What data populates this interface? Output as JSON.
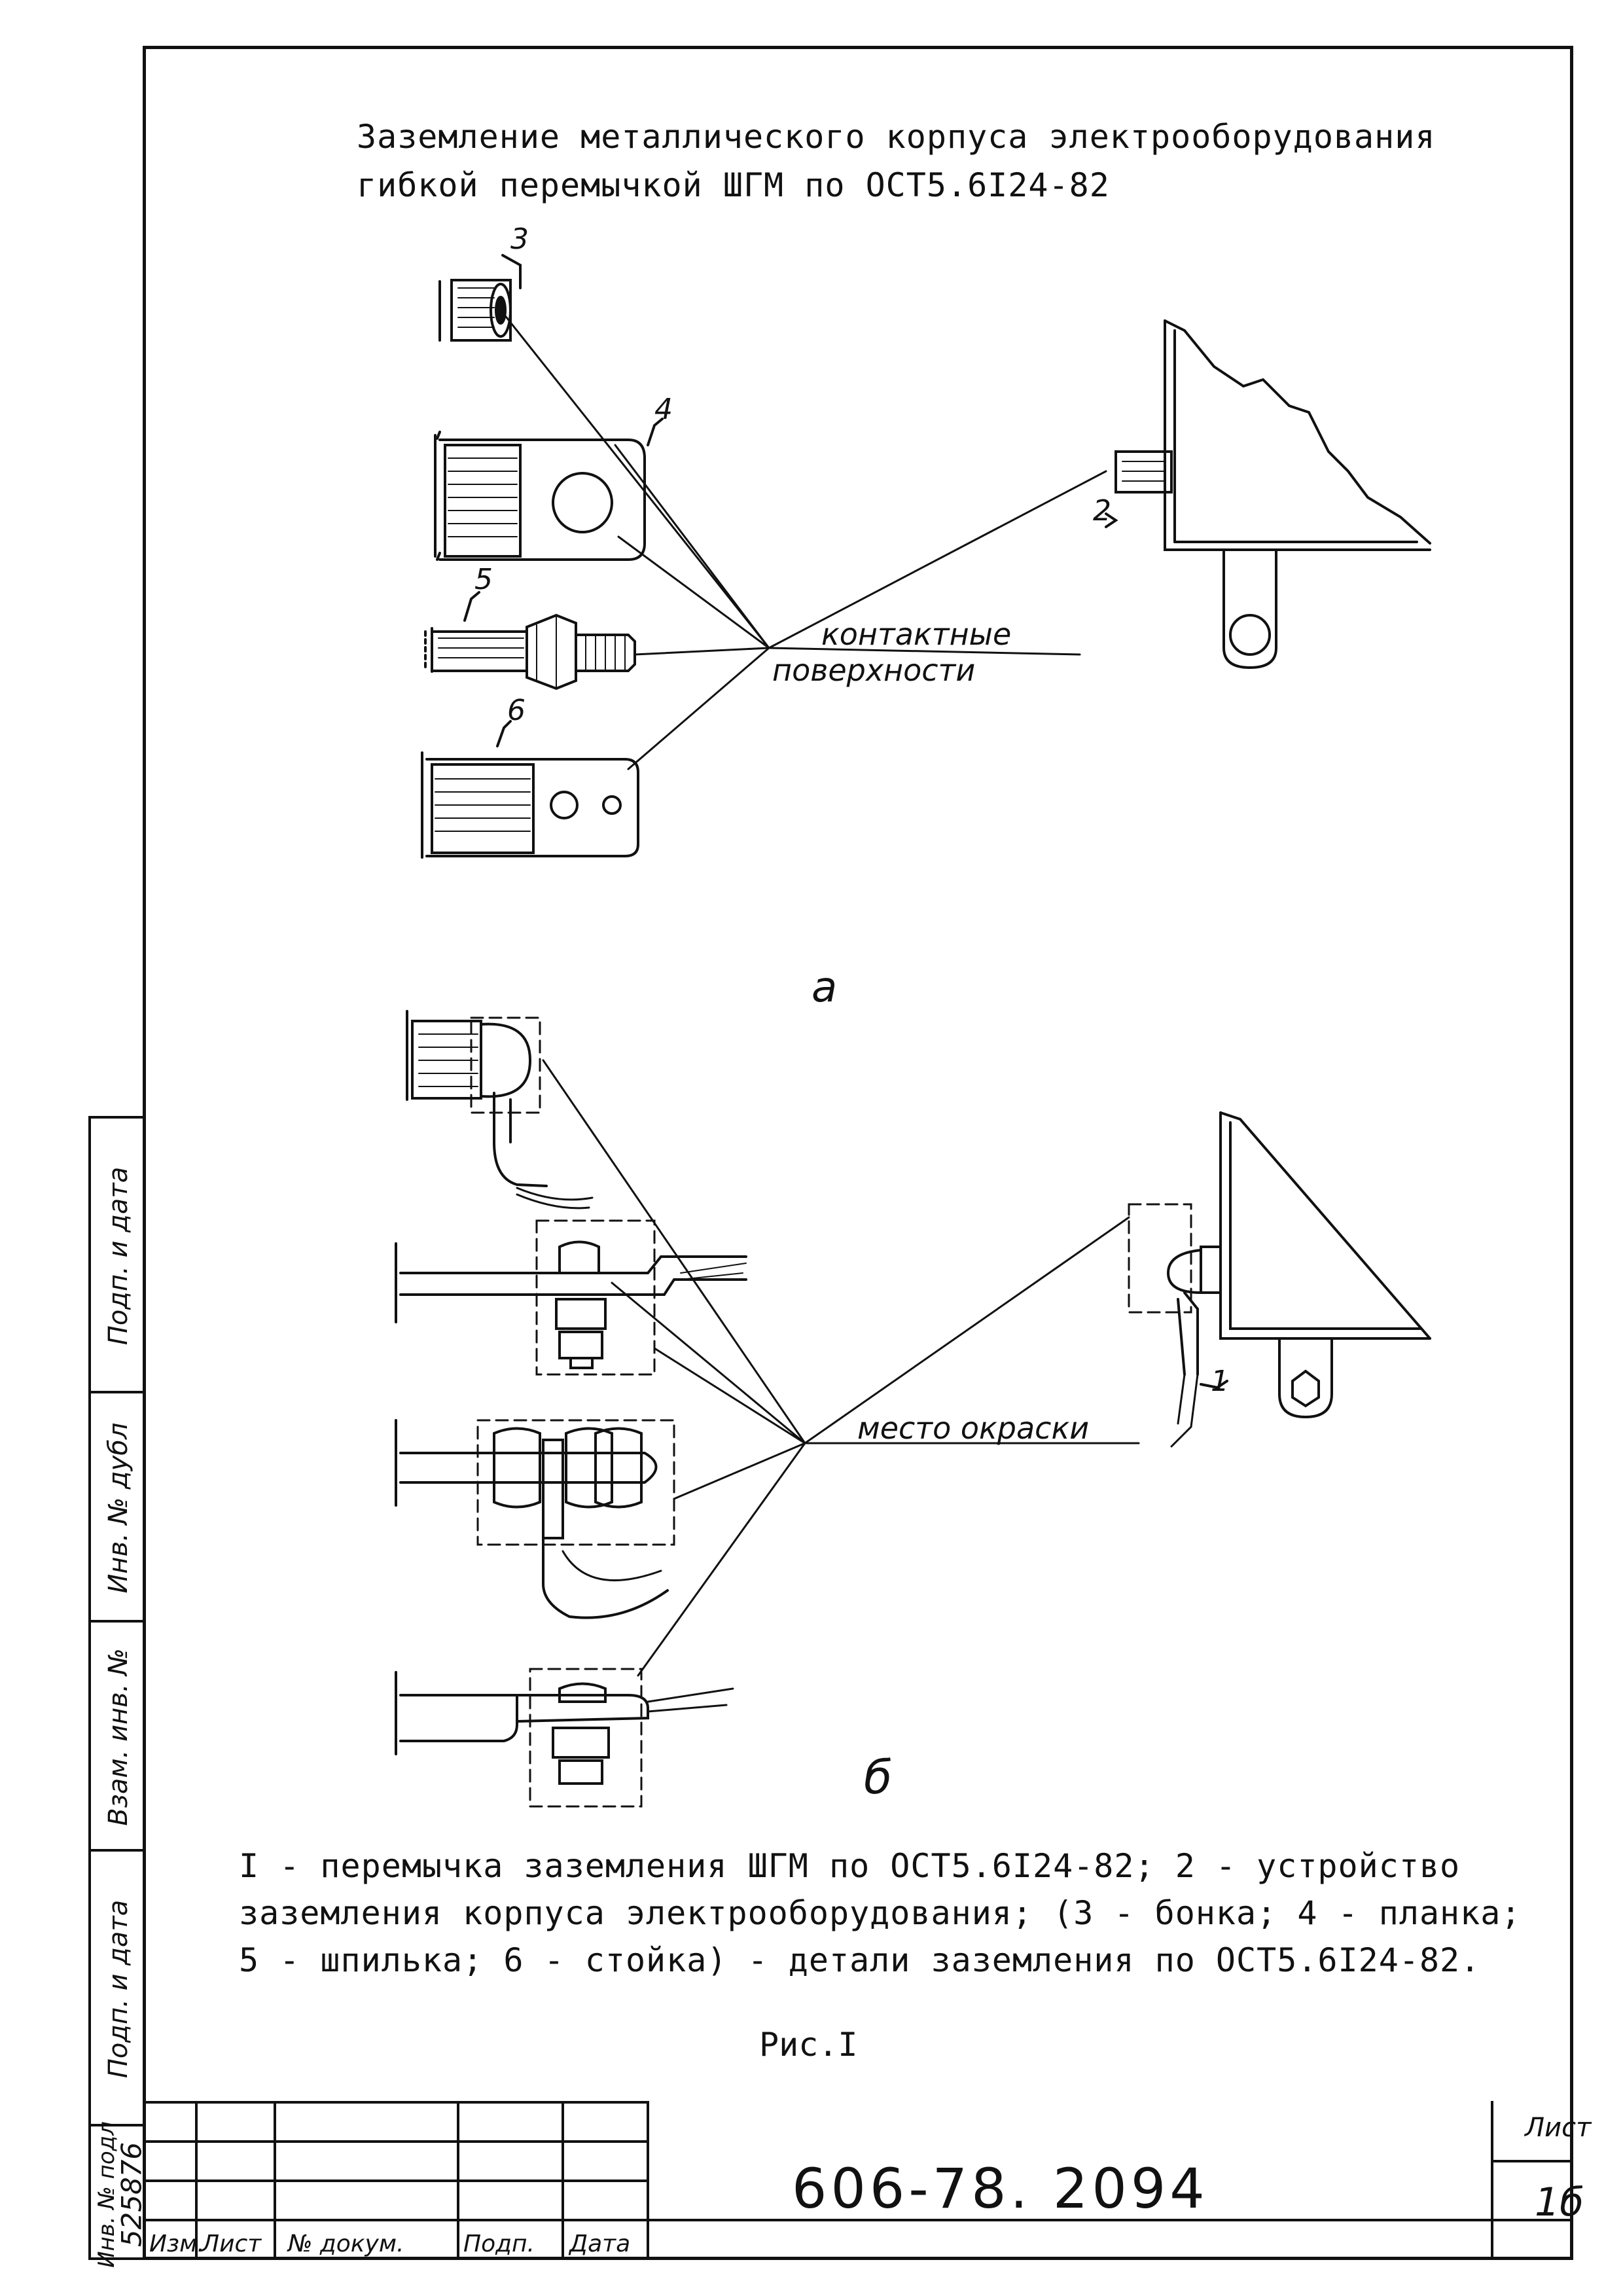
{
  "title": {
    "line1": "Заземление металлического корпуса электрооборудования",
    "line2": "гибкой перемычкой ШГМ по ОСТ5.6I24-82"
  },
  "figure_a": {
    "labels": {
      "n3": "3",
      "n4": "4",
      "n5": "5",
      "n6": "6",
      "n2": "2"
    },
    "contact_line1": "контактные",
    "contact_line2": "поверхности",
    "letter": "а"
  },
  "figure_b": {
    "labels": {
      "n1": "1"
    },
    "paint_label": "место окраски",
    "letter": "б"
  },
  "caption": {
    "line1": "I - перемычка заземления ШГМ по ОСТ5.6I24-82; 2 - устройство",
    "line2": "заземления корпуса электрооборудования; (3 - бонка; 4 - планка;",
    "line3": "5 - шпилька; 6 - стойка) - детали заземления по ОСТ5.6I24-82."
  },
  "figure_label": "Рис.I",
  "side_strip": {
    "podp_data_top": "Подп. и дата",
    "inv_dubl": "Инв. № дубл",
    "vzam_inv": "Взам. инв. №",
    "podp_data_bottom": "Подп. и дата",
    "inv_podl": "Инв. № подл",
    "inv_number": "525876"
  },
  "title_block": {
    "col_izm": "Изм.",
    "col_list": "Лист",
    "col_dokum": "№ докум.",
    "col_podp": "Подп.",
    "col_data": "Дата",
    "doc_code": "606-78. 2094",
    "sheet_label": "Лист",
    "sheet_number": "1б"
  }
}
